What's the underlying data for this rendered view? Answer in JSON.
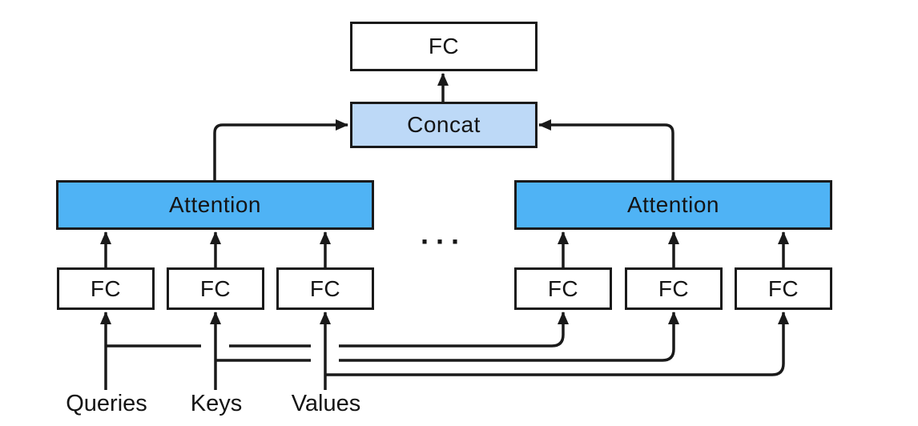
{
  "colors": {
    "background": "#ffffff",
    "attention-fill": "#4fb3f5",
    "concat-fill": "#bdd9f7",
    "box-border": "#1a1a1a",
    "wire": "#1a1a1a",
    "label-text": "#141414"
  },
  "nodes": {
    "output_fc": {
      "label": "FC"
    },
    "concat": {
      "label": "Concat"
    },
    "attention_left": {
      "label": "Attention"
    },
    "attention_right": {
      "label": "Attention"
    },
    "fc_left": [
      {
        "label": "FC"
      },
      {
        "label": "FC"
      },
      {
        "label": "FC"
      }
    ],
    "fc_right": [
      {
        "label": "FC"
      },
      {
        "label": "FC"
      },
      {
        "label": "FC"
      }
    ],
    "ellipsis": "···"
  },
  "inputs": [
    {
      "label": "Queries"
    },
    {
      "label": "Keys"
    },
    {
      "label": "Values"
    }
  ]
}
